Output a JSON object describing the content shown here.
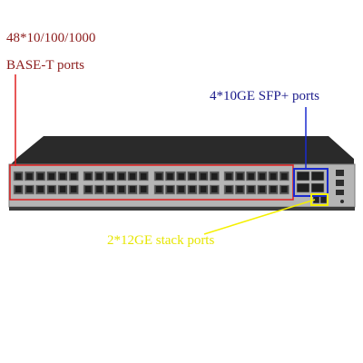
{
  "callouts": {
    "base_t": {
      "line1": "48*10/100/1000",
      "line2": "BASE-T ports",
      "color": "#8b1a1a"
    },
    "sfp": {
      "text": "4*10GE SFP+ ports",
      "color": "#1a1a8b"
    },
    "stack": {
      "text": "2*12GE stack ports",
      "color": "#e6e600"
    }
  },
  "device": {
    "rj45_port_count": 48,
    "sfp_port_count": 4,
    "stack_port_count": 2,
    "body_color": "#2a2a2a",
    "panel_color": "#b5b5b5"
  },
  "highlight_colors": {
    "base_t_box": "#e02020",
    "sfp_box": "#1a2ad0",
    "stack_box": "#f5f000"
  }
}
